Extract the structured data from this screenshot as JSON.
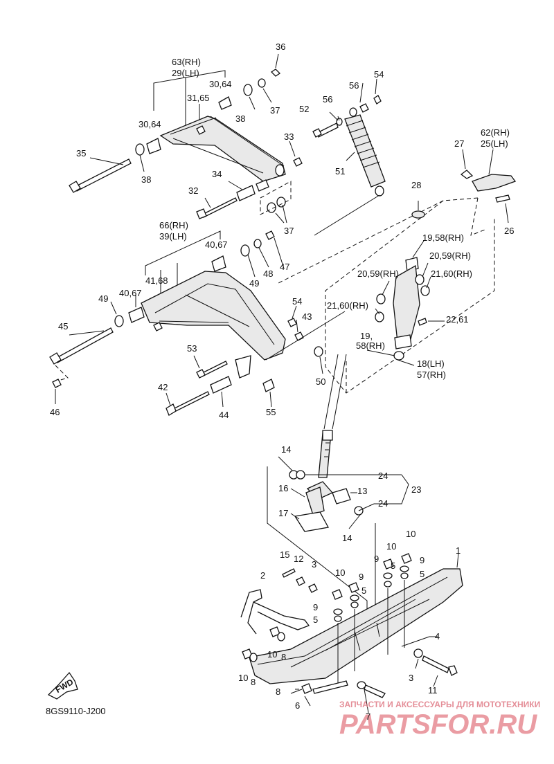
{
  "diagram_code": "8GS9110-J200",
  "fwd_label": "FWD",
  "watermark": {
    "tagline": "ЗАПЧАСТИ И АКСЕССУАРЫ ДЛЯ МОТОТЕХНИКИ",
    "brand": "PARTSFOR.RU"
  },
  "callouts": [
    {
      "id": "c36",
      "text": "36"
    },
    {
      "id": "c63",
      "text": "63(RH)"
    },
    {
      "id": "c29",
      "text": "29(LH)"
    },
    {
      "id": "c3064a",
      "text": "30,64"
    },
    {
      "id": "c3165",
      "text": "31,65"
    },
    {
      "id": "c54a",
      "text": "54"
    },
    {
      "id": "c56a",
      "text": "56"
    },
    {
      "id": "c52",
      "text": "52"
    },
    {
      "id": "c56b",
      "text": "56"
    },
    {
      "id": "c37a",
      "text": "37"
    },
    {
      "id": "c38a",
      "text": "38"
    },
    {
      "id": "c3064b",
      "text": "30,64"
    },
    {
      "id": "c33",
      "text": "33"
    },
    {
      "id": "c35",
      "text": "35"
    },
    {
      "id": "c38b",
      "text": "38"
    },
    {
      "id": "c34",
      "text": "34"
    },
    {
      "id": "c51",
      "text": "51"
    },
    {
      "id": "c27",
      "text": "27"
    },
    {
      "id": "c62",
      "text": "62(RH)"
    },
    {
      "id": "c25",
      "text": "25(LH)"
    },
    {
      "id": "c32",
      "text": "32"
    },
    {
      "id": "c37b",
      "text": "37"
    },
    {
      "id": "c28",
      "text": "28"
    },
    {
      "id": "c26",
      "text": "26"
    },
    {
      "id": "c66",
      "text": "66(RH)"
    },
    {
      "id": "c39",
      "text": "39(LH)"
    },
    {
      "id": "c4067a",
      "text": "40,67"
    },
    {
      "id": "c1958a",
      "text": "19,58(RH)"
    },
    {
      "id": "c2059a",
      "text": "20,59(RH)"
    },
    {
      "id": "c47",
      "text": "47"
    },
    {
      "id": "c48",
      "text": "48"
    },
    {
      "id": "c4168",
      "text": "41,68"
    },
    {
      "id": "c49a",
      "text": "49"
    },
    {
      "id": "c2059b",
      "text": "20,59(RH)"
    },
    {
      "id": "c2160a",
      "text": "21,60(RH)"
    },
    {
      "id": "c4067b",
      "text": "40,67"
    },
    {
      "id": "c49b",
      "text": "49"
    },
    {
      "id": "c54b",
      "text": "54"
    },
    {
      "id": "c2160b",
      "text": "21,60(RH)"
    },
    {
      "id": "c43",
      "text": "43"
    },
    {
      "id": "c2261",
      "text": "22,61"
    },
    {
      "id": "c45",
      "text": "45"
    },
    {
      "id": "c19b",
      "text": "19,"
    },
    {
      "id": "c58b",
      "text": "58(RH)"
    },
    {
      "id": "c53",
      "text": "53"
    },
    {
      "id": "c18",
      "text": "18(LH)"
    },
    {
      "id": "c57",
      "text": "57(RH)"
    },
    {
      "id": "c50",
      "text": "50"
    },
    {
      "id": "c42",
      "text": "42"
    },
    {
      "id": "c46",
      "text": "46"
    },
    {
      "id": "c44",
      "text": "44"
    },
    {
      "id": "c55",
      "text": "55"
    },
    {
      "id": "c14a",
      "text": "14"
    },
    {
      "id": "c24a",
      "text": "24"
    },
    {
      "id": "c16",
      "text": "16"
    },
    {
      "id": "c13",
      "text": "13"
    },
    {
      "id": "c23",
      "text": "23"
    },
    {
      "id": "c24b",
      "text": "24"
    },
    {
      "id": "c17",
      "text": "17"
    },
    {
      "id": "c14b",
      "text": "14"
    },
    {
      "id": "c10a",
      "text": "10"
    },
    {
      "id": "c10b",
      "text": "10"
    },
    {
      "id": "c1",
      "text": "1"
    },
    {
      "id": "c15",
      "text": "15"
    },
    {
      "id": "c12",
      "text": "12"
    },
    {
      "id": "c3a",
      "text": "3"
    },
    {
      "id": "c9a",
      "text": "9"
    },
    {
      "id": "c9b",
      "text": "9"
    },
    {
      "id": "c5a",
      "text": "5"
    },
    {
      "id": "c5b",
      "text": "5"
    },
    {
      "id": "c10c",
      "text": "10"
    },
    {
      "id": "c9c",
      "text": "9"
    },
    {
      "id": "c2",
      "text": "2"
    },
    {
      "id": "c5c",
      "text": "5"
    },
    {
      "id": "c9d",
      "text": "9"
    },
    {
      "id": "c5d",
      "text": "5"
    },
    {
      "id": "c4",
      "text": "4"
    },
    {
      "id": "c10d",
      "text": "10"
    },
    {
      "id": "c8a",
      "text": "8"
    },
    {
      "id": "c10e",
      "text": "10"
    },
    {
      "id": "c8b",
      "text": "8"
    },
    {
      "id": "c3b",
      "text": "3"
    },
    {
      "id": "c11",
      "text": "11"
    },
    {
      "id": "c8c",
      "text": "8"
    },
    {
      "id": "c6",
      "text": "6"
    },
    {
      "id": "c7",
      "text": "7"
    }
  ]
}
